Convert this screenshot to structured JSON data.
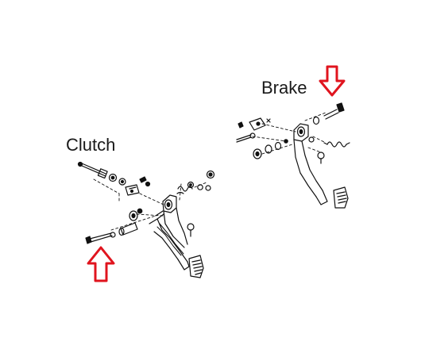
{
  "labels": {
    "clutch": "Clutch",
    "brake": "Brake"
  },
  "colors": {
    "background": "#ffffff",
    "line_art": "#111111",
    "pointer_arrow": "#e0141e"
  },
  "icons": {
    "clutch_pointer": "up-arrow-outline",
    "brake_pointer": "down-arrow-outline"
  }
}
